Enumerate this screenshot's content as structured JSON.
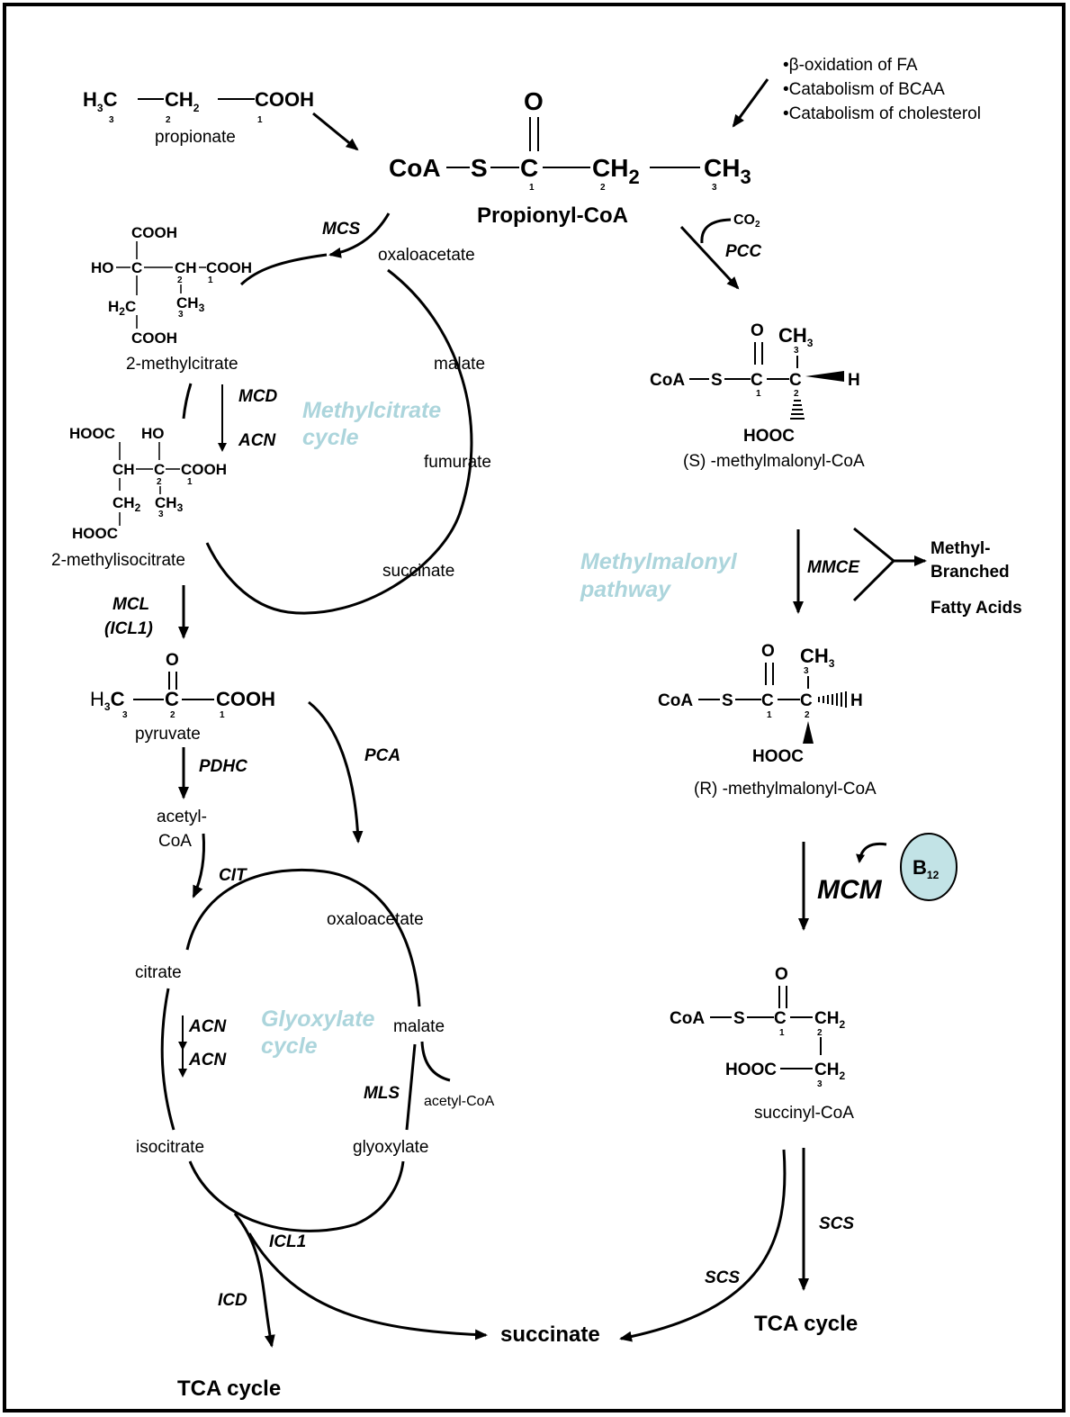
{
  "sources": [
    "•β-oxidation of FA",
    "•Catabolism of BCAA",
    "•Catabolism of cholesterol"
  ],
  "propionate": {
    "label": "propionate",
    "h3c": "H",
    "ch2": "CH",
    "cooh": "COOH",
    "n3": "3",
    "n2": "2",
    "n1": "1"
  },
  "propionyl_coa": {
    "title": "Propionyl-CoA",
    "coa": "CoA",
    "s": "S",
    "c": "C",
    "o": "O",
    "ch2": "CH",
    "ch3": "CH",
    "n1": "1",
    "n2": "2",
    "n3": "3",
    "sub2": "2",
    "sub3": "3"
  },
  "enzymes": {
    "mcs": "MCS",
    "mcd": "MCD",
    "acn_top": "ACN",
    "mcl": "MCL",
    "icl1_paren": "(ICL1)",
    "pdhc": "PDHC",
    "pca": "PCA",
    "cit": "CIT",
    "acn1": "ACN",
    "acn2": "ACN",
    "mls": "MLS",
    "icl1": "ICL1",
    "icd": "ICD",
    "pcc": "PCC",
    "mmce": "MMCE",
    "mcm": "MCM",
    "scs_right": "SCS",
    "scs_curve": "SCS"
  },
  "cycles": {
    "methylcitrate": [
      "Methylcitrate",
      "cycle"
    ],
    "glyoxylate": [
      "Glyoxylate",
      "cycle"
    ],
    "methylmalonyl": [
      "Methylmalonyl",
      "pathway"
    ]
  },
  "metabolites": {
    "oxaloacetate_top": "oxaloacetate",
    "malate_top": "malate",
    "fumurate": "fumurate",
    "succinate_top": "succinate",
    "methylcitrate": "2-methylcitrate",
    "methylisocitrate": "2-methylisocitrate",
    "pyruvate": "pyruvate",
    "acetyl_coa": [
      "acetyl-",
      "CoA"
    ],
    "oxaloacetate_bottom": "oxaloacetate",
    "citrate": "citrate",
    "malate_bottom": "malate",
    "acetyl_coa_side": "acetyl-CoA",
    "isocitrate": "isocitrate",
    "glyoxylate": "glyoxylate",
    "s_methylmalonyl": "(S) -methylmalonyl-CoA",
    "r_methylmalonyl": "(R) -methylmalonyl-CoA",
    "succinyl_coa": "succinyl-CoA",
    "succinate_final": "succinate",
    "tca_left": "TCA cycle",
    "tca_right": "TCA cycle",
    "methyl_branched": [
      "Methyl-",
      "Branched",
      "Fatty Acids"
    ]
  },
  "cofactors": {
    "co2": "CO",
    "co2_sub": "2",
    "b12": "B",
    "b12_sub": "12"
  },
  "structures": {
    "mc": {
      "cooh": "COOH",
      "ho": "HO",
      "c": "C",
      "ch": "CH",
      "cooh2": "COOH",
      "ch3": "CH",
      "h2c": "H",
      "cooh3": "COOH",
      "sub2": "2",
      "sub3": "3",
      "n1": "1",
      "n2": "2",
      "n3": "3"
    },
    "mic": {
      "hooc": "HOOC",
      "ho": "HO",
      "ch": "CH",
      "c": "C",
      "cooh": "COOH",
      "ch2": "CH",
      "ch3": "CH",
      "hooc2": "HOOC",
      "sub2": "2",
      "sub3": "3",
      "n1": "1",
      "n2": "2",
      "n3": "3"
    },
    "pyr": {
      "o": "O",
      "h": "H",
      "c3": "C",
      "c2": "C",
      "cooh": "COOH",
      "sub3": "3",
      "n3": "3",
      "n2": "2",
      "n1": "1"
    },
    "smm": {
      "o": "O",
      "ch3": "CH",
      "coa": "CoA",
      "s": "S",
      "c1": "C",
      "c2": "C",
      "h": "H",
      "hooc": "HOOC",
      "sub3": "3",
      "n1": "1",
      "n2": "2",
      "n3": "3"
    },
    "rmm": {
      "o": "O",
      "ch3": "CH",
      "coa": "CoA",
      "s": "S",
      "c1": "C",
      "c2": "C",
      "h": "H",
      "hooc": "HOOC",
      "sub3": "3",
      "n1": "1",
      "n2": "2",
      "n3": "3"
    },
    "scoa": {
      "o": "O",
      "coa": "CoA",
      "s": "S",
      "c": "C",
      "ch2": "CH",
      "hooc": "HOOC",
      "ch2b": "CH",
      "sub2": "2",
      "sub2b": "2",
      "n1": "1",
      "n2": "2",
      "n3": "3"
    }
  },
  "colors": {
    "cycle_label": "#acd5dc",
    "b12_fill": "#c2e3e6"
  }
}
